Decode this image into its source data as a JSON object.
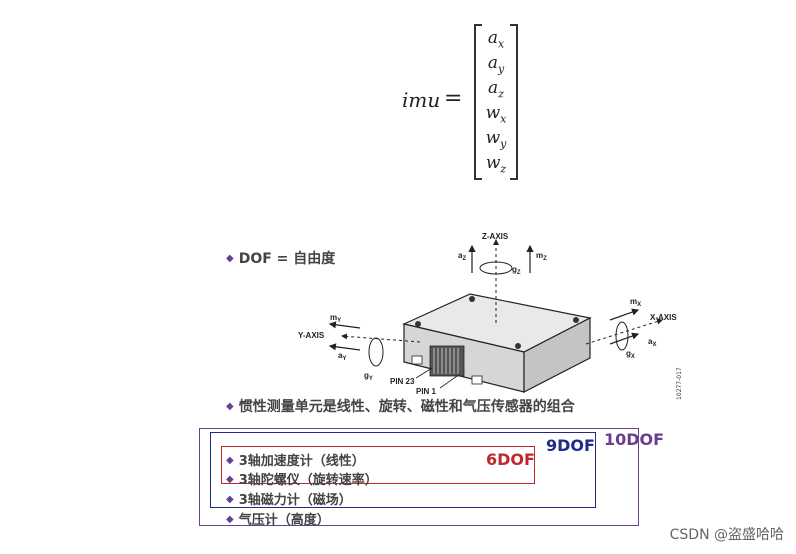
{
  "formula": {
    "lhs": "imu",
    "equals": "=",
    "entries": [
      {
        "base": "a",
        "sub": "x"
      },
      {
        "base": "a",
        "sub": "y"
      },
      {
        "base": "a",
        "sub": "z"
      },
      {
        "base": "w",
        "sub": "x"
      },
      {
        "base": "w",
        "sub": "y"
      },
      {
        "base": "w",
        "sub": "z"
      }
    ]
  },
  "bullets": {
    "dof": "DOF = 自由度",
    "imu_desc": "惯性测量单元是线性、旋转、磁性和气压传感器的组合",
    "linear": "3轴加速度计（线性）",
    "gyro": "3轴陀螺仪（旋转速率）",
    "mag": "3轴磁力计（磁场）",
    "baro": "气压计（高度）"
  },
  "boxes": {
    "six": "6DOF",
    "nine": "9DOF",
    "ten": "10DOF"
  },
  "colors": {
    "six": "#c0282d",
    "nine": "#1f2a8a",
    "ten": "#6a3f8f",
    "diamond": "#6a3f8f"
  },
  "diagram": {
    "z_axis": "Z-AXIS",
    "x_axis": "X-AXIS",
    "y_axis": "Y-AXIS",
    "az": "a",
    "az_sub": "Z",
    "gz": "g",
    "gz_sub": "Z",
    "mz": "m",
    "mz_sub": "Z",
    "mx": "m",
    "mx_sub": "X",
    "ax": "a",
    "ax_sub": "X",
    "gx": "g",
    "gx_sub": "X",
    "my": "m",
    "my_sub": "Y",
    "ay": "a",
    "ay_sub": "Y",
    "gy": "g",
    "gy_sub": "Y",
    "pin23": "PIN 23",
    "pin1": "PIN 1",
    "code": "10277-017"
  },
  "watermark": "CSDN @盗盛哈哈"
}
